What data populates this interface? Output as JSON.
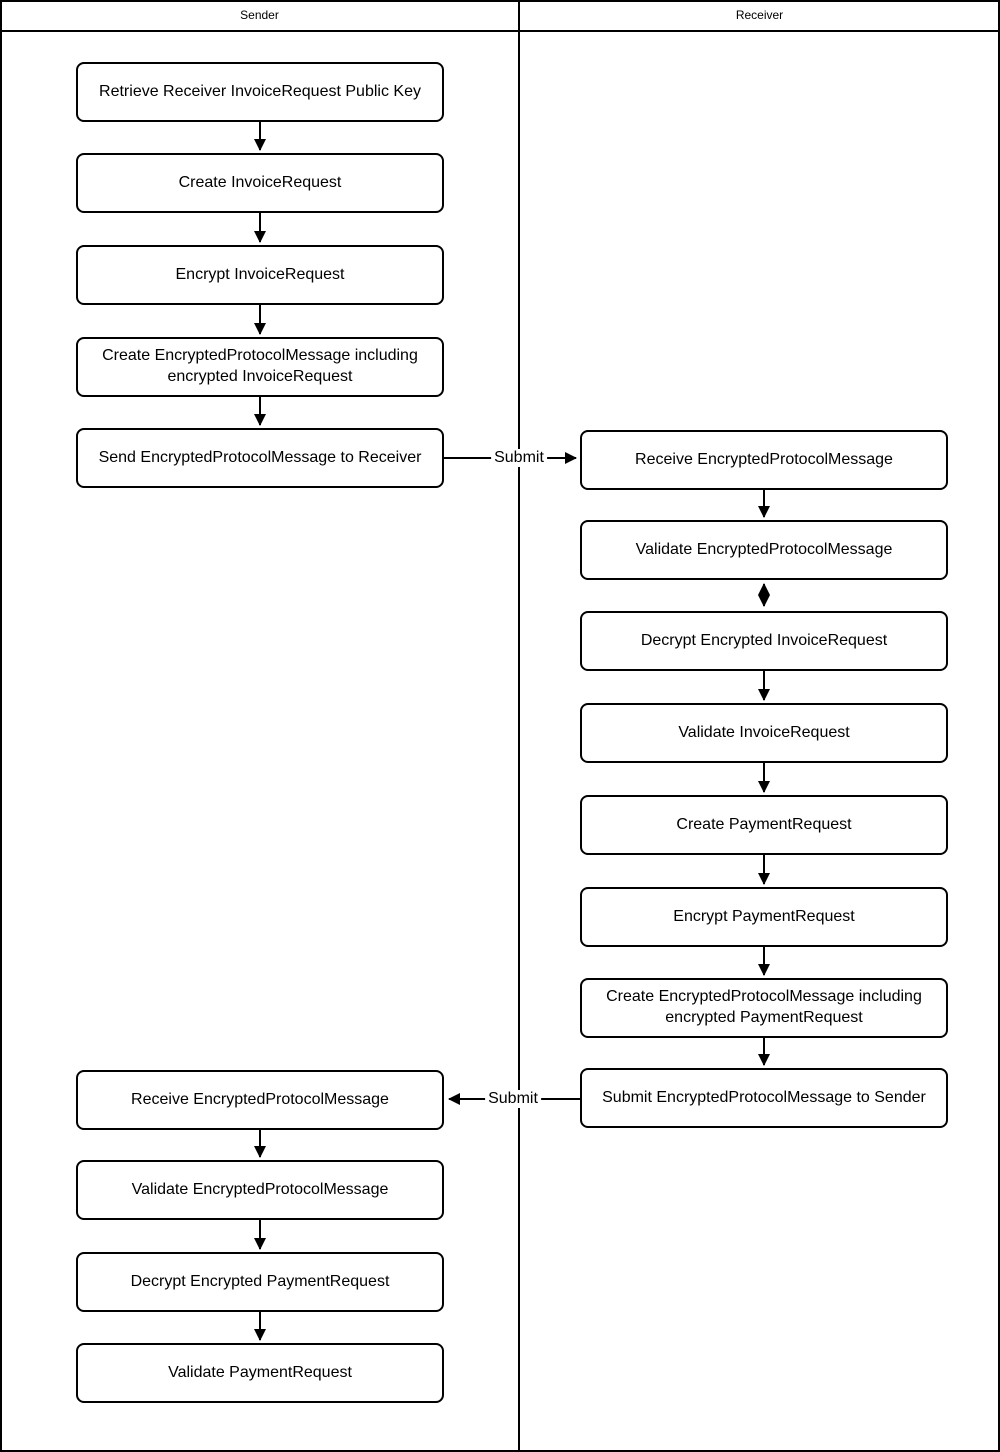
{
  "diagram": {
    "lanes": [
      {
        "label": "Sender"
      },
      {
        "label": "Receiver"
      }
    ],
    "nodes": [
      {
        "id": "retrieve-receiver-invoicerequest-public-key",
        "lane": "Sender",
        "label": "Retrieve Receiver InvoiceRequest Public Key"
      },
      {
        "id": "create-invoicerequest",
        "lane": "Sender",
        "label": "Create InvoiceRequest"
      },
      {
        "id": "encrypt-invoicerequest",
        "lane": "Sender",
        "label": "Encrypt InvoiceRequest"
      },
      {
        "id": "create-epm-including-invoicerequest",
        "lane": "Sender",
        "label": "Create EncryptedProtocolMessage including encrypted InvoiceRequest"
      },
      {
        "id": "send-epm-to-receiver",
        "lane": "Sender",
        "label": "Send EncryptedProtocolMessage to Receiver"
      },
      {
        "id": "receive-epm-receiver",
        "lane": "Receiver",
        "label": "Receive EncryptedProtocolMessage"
      },
      {
        "id": "validate-epm-receiver",
        "lane": "Receiver",
        "label": "Validate EncryptedProtocolMessage"
      },
      {
        "id": "decrypt-encrypted-invoicerequest",
        "lane": "Receiver",
        "label": "Decrypt Encrypted InvoiceRequest"
      },
      {
        "id": "validate-invoicerequest",
        "lane": "Receiver",
        "label": "Validate InvoiceRequest"
      },
      {
        "id": "create-paymentrequest",
        "lane": "Receiver",
        "label": "Create PaymentRequest"
      },
      {
        "id": "encrypt-paymentrequest",
        "lane": "Receiver",
        "label": "Encrypt PaymentRequest"
      },
      {
        "id": "create-epm-including-paymentrequest",
        "lane": "Receiver",
        "label": "Create EncryptedProtocolMessage including encrypted PaymentRequest"
      },
      {
        "id": "submit-epm-to-sender",
        "lane": "Receiver",
        "label": "Submit EncryptedProtocolMessage to Sender"
      },
      {
        "id": "receive-epm-sender",
        "lane": "Sender",
        "label": "Receive EncryptedProtocolMessage"
      },
      {
        "id": "validate-epm-sender",
        "lane": "Sender",
        "label": "Validate EncryptedProtocolMessage"
      },
      {
        "id": "decrypt-encrypted-paymentrequest",
        "lane": "Sender",
        "label": "Decrypt Encrypted PaymentRequest"
      },
      {
        "id": "validate-paymentrequest",
        "lane": "Sender",
        "label": "Validate PaymentRequest"
      }
    ],
    "edge_labels": {
      "submit_to_receiver": "Submit",
      "submit_to_sender": "Submit"
    },
    "colors": {
      "stroke": "#000000",
      "background": "#ffffff"
    }
  }
}
